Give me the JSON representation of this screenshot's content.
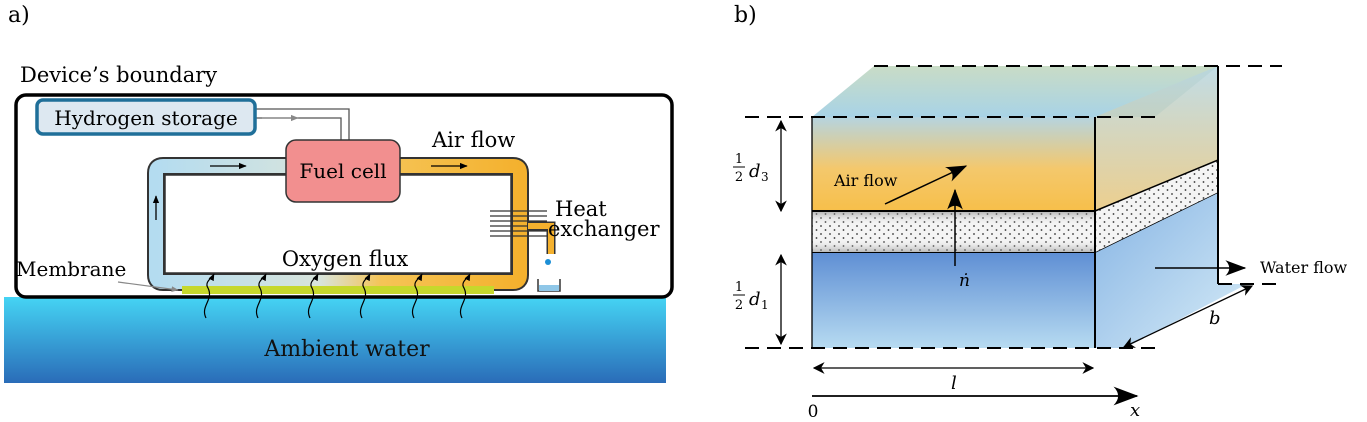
{
  "panel_a": {
    "tag": "a)",
    "boundary_label": "Device’s boundary",
    "storage_label": "Hydrogen storage",
    "fuel_cell_label": "Fuel cell",
    "air_flow_label": "Air flow",
    "heat_label_1": "Heat",
    "heat_label_2": "exchanger",
    "membrane_label": "Membrane",
    "oxygen_flux_label": "Oxygen flux",
    "water_label": "Ambient water"
  },
  "panel_b": {
    "tag": "b)",
    "air_flow_label": "Air flow",
    "water_flow_label": "Water flow",
    "d3_frac_num": "1",
    "d3_frac_den": "2",
    "d3_var": "d",
    "d3_sub": "3",
    "d1_frac_num": "1",
    "d1_frac_den": "2",
    "d1_var": "d",
    "d1_sub": "1",
    "n_dot_label": "ṅ",
    "l_label": "l",
    "b_label": "b",
    "x_label": "x",
    "origin_label": "0"
  },
  "colors": {
    "water_top": "#3fd2f2",
    "water_bottom": "#2a6cb8",
    "fuel_cell": "#f28f8f",
    "air_pipe_warm": "#f4b63a",
    "air_pipe_cool": "#a9d8ee",
    "membrane": "#c6d82c",
    "storage_border": "#1f6f99",
    "storage_fill": "#dbe7f1"
  }
}
